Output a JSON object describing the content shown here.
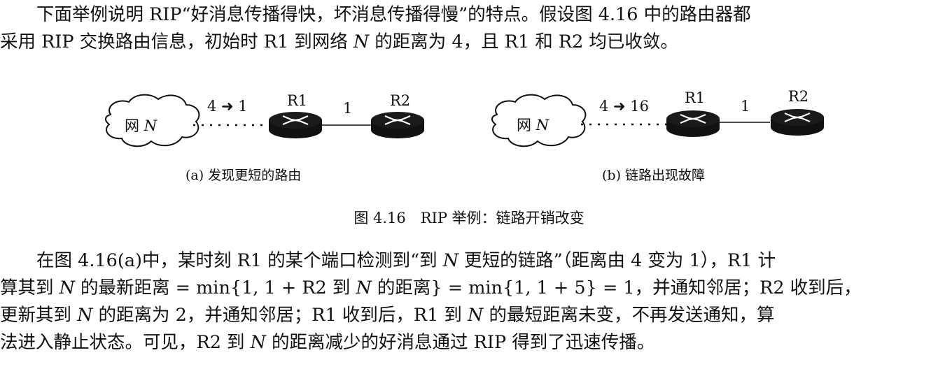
{
  "intro": {
    "line1": "下面举例说明 RIP“好消息传播得快，坏消息传播得慢”的特点。假设图 4.16 中的路由器都",
    "line2_a": "采用 RIP 交换路由信息，初始时 R1 到网络 ",
    "line2_n": "N",
    "line2_b": " 的距离为 4，且 R1 和 R2 均已收敛。"
  },
  "figure": {
    "panel_a": {
      "cloud_label": "网",
      "cloud_label_n": "N",
      "link_cost": "4 ➜ 1",
      "router1": "R1",
      "router2": "R2",
      "router_link_cost": "1",
      "caption": "(a) 发现更短的路由"
    },
    "panel_b": {
      "cloud_label": "网",
      "cloud_label_n": "N",
      "link_cost": "4 ➜ 16",
      "router1": "R1",
      "router2": "R2",
      "router_link_cost": "1",
      "caption": "(b) 链路出现故障"
    },
    "title": "图 4.16　RIP 举例：链路开销改变"
  },
  "body": {
    "l1_a": "在图 4.16(a)中，某时刻 R1 的某个端口检测到“到 ",
    "l1_n": "N",
    "l1_b": " 更短的链路”（距离由 4 变为 1），R1 计",
    "l2_a": "算其到 ",
    "l2_n1": "N",
    "l2_b": " 的最新距离 = min{1, 1 + R2 到 ",
    "l2_n2": "N",
    "l2_c": " 的距离} = min{1, 1 + 5} = 1，并通知邻居；R2 收到后，",
    "l3_a": "更新其到 ",
    "l3_n1": "N",
    "l3_b": " 的距离为 2，并通知邻居；R1 收到后，R1 到 ",
    "l3_n2": "N",
    "l3_c": " 的最短距离未变，不再发送通知，算",
    "l4_a": "法进入静止状态。可见，R2 到 ",
    "l4_n": "N",
    "l4_b": " 的距离减少的好消息通过 RIP 得到了迅速传播。"
  }
}
